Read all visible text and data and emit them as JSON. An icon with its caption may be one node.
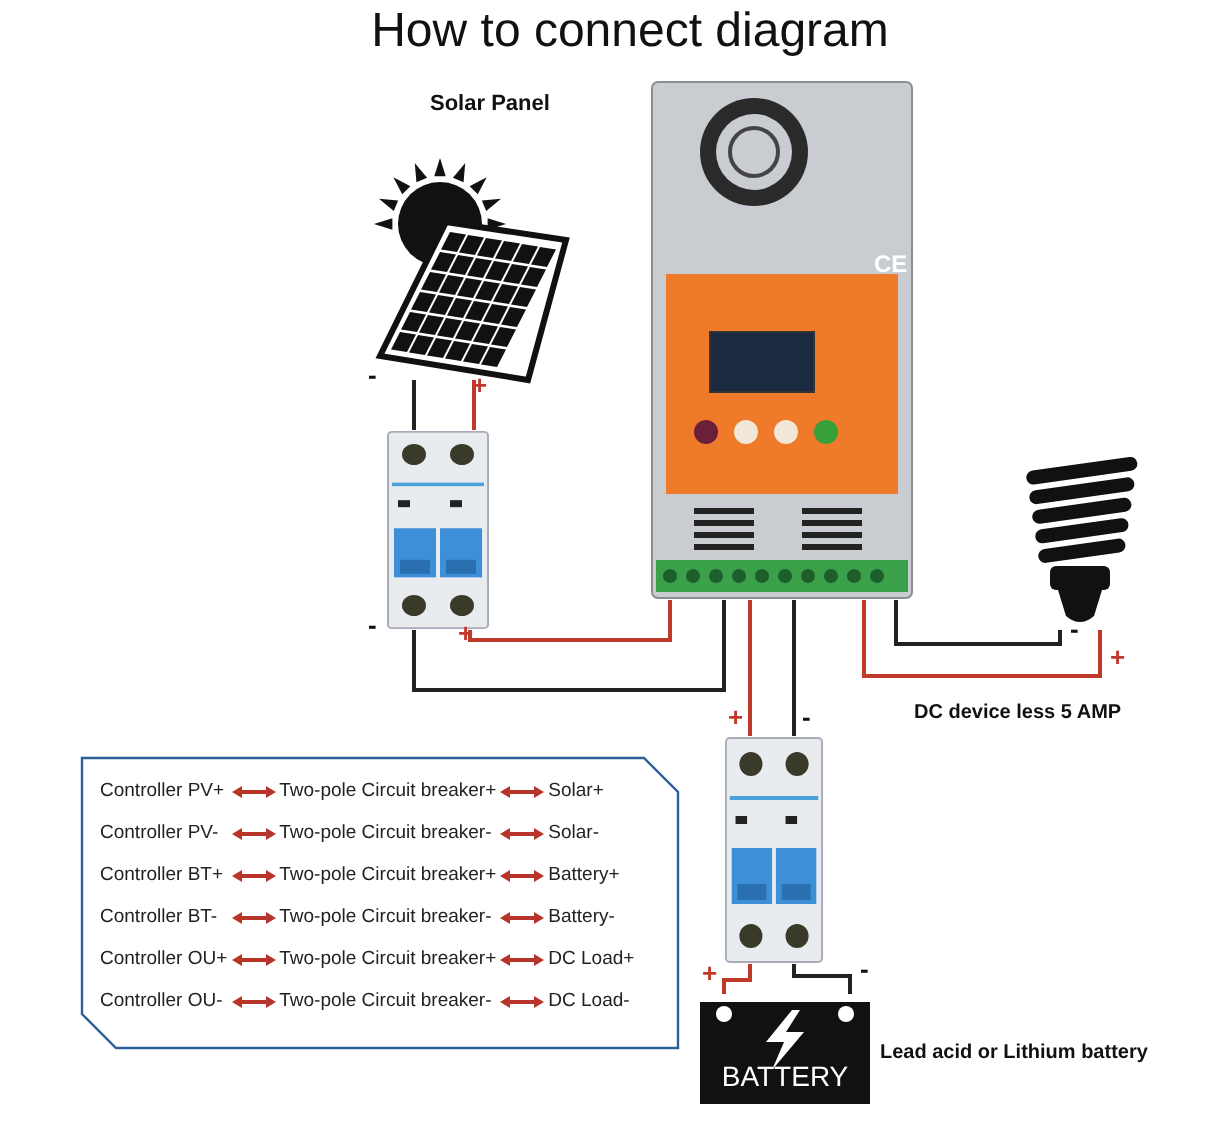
{
  "diagram": {
    "title": "How to connect diagram",
    "nodes": [
      {
        "text": [],
        "shape": "picture",
        "beside": [
          "Solar Panel"
        ]
      },
      {
        "text": [],
        "shape": "picture"
      },
      {
        "text": [],
        "shape": "picture"
      },
      {
        "text": [],
        "shape": "picture"
      },
      {
        "text": [],
        "shape": "picture"
      },
      {
        "text": [
          "BATTERY"
        ],
        "beside": [
          "Lead acid or Lithium battery"
        ]
      },
      {
        "text": [
          "Controller PV+",
          "Two-pole Circuit breaker+",
          "Solar+",
          "Controller PV-",
          "Two-pole Circuit breaker-",
          "Solar-",
          "Controller BT+",
          "Two-pole Circuit breaker+",
          "Battery+",
          "Controller BT-",
          "Two-pole Circuit breaker-",
          "Battery-",
          "Controller OU+",
          "Two-pole Circuit breaker+",
          "DC Load+",
          "Controller OU-",
          "Two-pole Circuit breaker-",
          "DC Load-"
        ]
      }
    ],
    "edges": [
      {
        "from": 0,
        "to": 1,
        "arrow": "none",
        "color": "#222222"
      },
      {
        "from": 0,
        "to": 1,
        "arrow": "none",
        "color": "#c0392b"
      },
      {
        "from": 1,
        "to": 2,
        "arrow": "none",
        "color": "#c0392b"
      },
      {
        "from": 1,
        "to": 2,
        "arrow": "none",
        "color": "#222222"
      },
      {
        "from": 2,
        "to": 4,
        "arrow": "none",
        "color": "#c0392b"
      },
      {
        "from": 2,
        "to": 4,
        "arrow": "none",
        "color": "#222222"
      },
      {
        "from": 4,
        "to": 5,
        "arrow": "none",
        "color": "#c0392b"
      },
      {
        "from": 4,
        "to": 5,
        "arrow": "none",
        "color": "#222222"
      },
      {
        "from": 2,
        "to": 3,
        "arrow": "none",
        "color": "#c0392b"
      },
      {
        "from": 2,
        "to": 3,
        "arrow": "none",
        "color": "#222222"
      }
    ],
    "labels": [
      "CE",
      "-",
      "+",
      "-",
      "+",
      "-",
      "+",
      "DC device less 5 AMP",
      "+",
      "-",
      "+",
      "-"
    ]
  }
}
